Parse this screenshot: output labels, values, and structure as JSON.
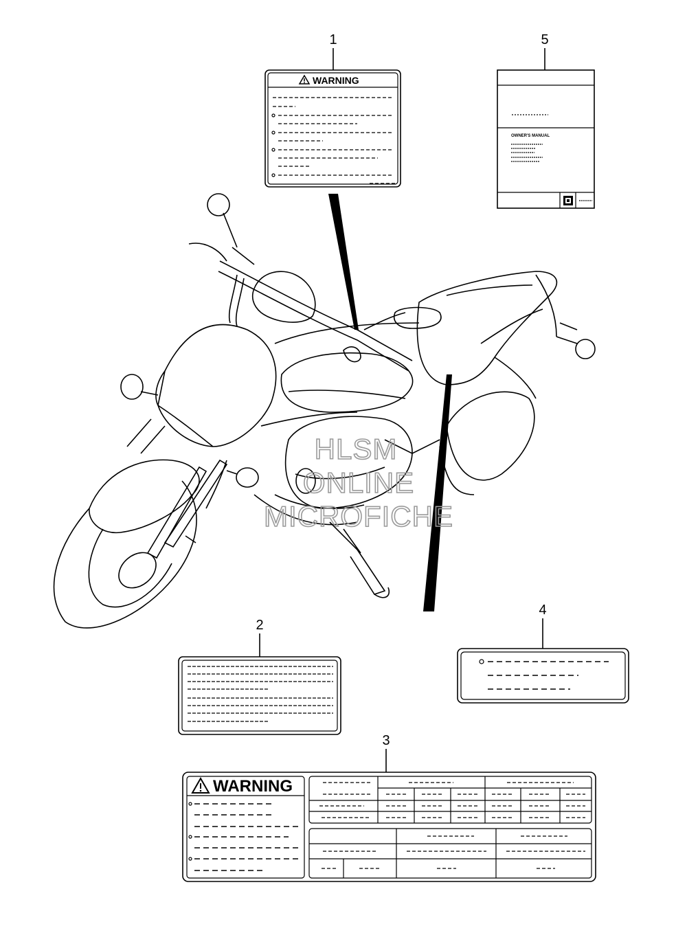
{
  "callouts": [
    "1",
    "2",
    "3",
    "4",
    "5"
  ],
  "label1": {
    "warning_text": "WARNING"
  },
  "label3": {
    "warning_text": "WARNING"
  },
  "label5": {
    "manual_text": "OWNER'S MANUAL"
  },
  "watermark": [
    "HLSM",
    "ONLINE",
    "MICROFICHE"
  ],
  "colors": {
    "line": "#000000",
    "watermark": "#9a9a9a",
    "background": "#ffffff"
  }
}
